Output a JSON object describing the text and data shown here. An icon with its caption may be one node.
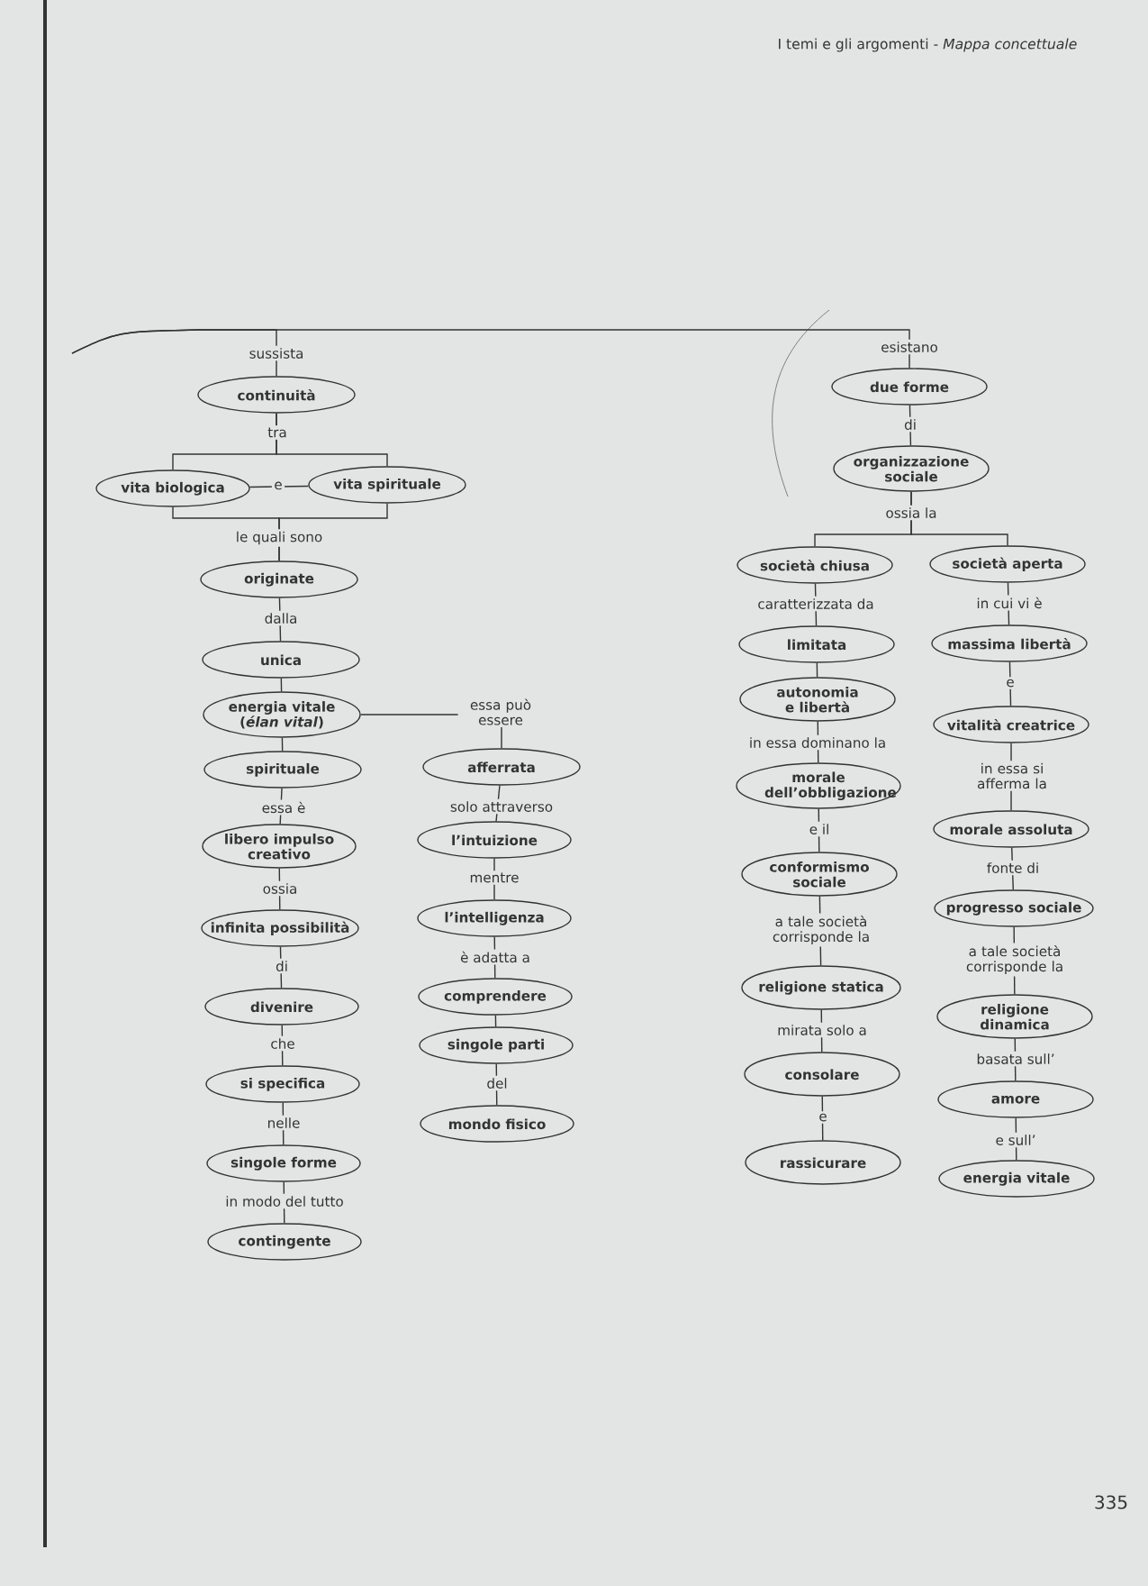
{
  "diagram": {
    "title": "I temi e gli argomenti - *Mappa concettuale*",
    "nodes": [
      {
        "text": [
          "continuità"
        ]
      },
      {
        "text": [
          "vita biologica"
        ]
      },
      {
        "text": [
          "vita spirituale"
        ]
      },
      {
        "text": [
          "originate"
        ]
      },
      {
        "text": [
          "unica"
        ]
      },
      {
        "text": [
          "energia vitale (*élan vital*)"
        ]
      },
      {
        "text": [
          "spirituale"
        ]
      },
      {
        "text": [
          "libero impulso creativo"
        ]
      },
      {
        "text": [
          "infinita possibilità"
        ]
      },
      {
        "text": [
          "divenire"
        ]
      },
      {
        "text": [
          "si specifica"
        ]
      },
      {
        "text": [
          "singole forme"
        ]
      },
      {
        "text": [
          "contingente"
        ]
      },
      {
        "text": [
          "afferrata"
        ]
      },
      {
        "text": [
          "l’intuizione"
        ]
      },
      {
        "text": [
          "l’intelligenza"
        ]
      },
      {
        "text": [
          "comprendere"
        ]
      },
      {
        "text": [
          "singole parti"
        ]
      },
      {
        "text": [
          "mondo fisico"
        ]
      },
      {
        "text": [
          "due forme"
        ]
      },
      {
        "text": [
          "organizzazione sociale"
        ]
      },
      {
        "text": [
          "società chiusa"
        ]
      },
      {
        "text": [
          "limitata"
        ]
      },
      {
        "text": [
          "autonomia e libertà"
        ]
      },
      {
        "text": [
          "morale dell’obbligazione"
        ]
      },
      {
        "text": [
          "conformismo sociale"
        ]
      },
      {
        "text": [
          "religione statica"
        ]
      },
      {
        "text": [
          "consolare"
        ]
      },
      {
        "text": [
          "rassicurare"
        ]
      },
      {
        "text": [
          "società aperta"
        ]
      },
      {
        "text": [
          "massima libertà"
        ]
      },
      {
        "text": [
          "vitalità creatrice"
        ]
      },
      {
        "text": [
          "morale assoluta"
        ]
      },
      {
        "text": [
          "progresso sociale"
        ]
      },
      {
        "text": [
          "religione dinamica"
        ]
      },
      {
        "text": [
          "amore"
        ]
      },
      {
        "text": [
          "energia vitale"
        ]
      }
    ],
    "edges": [
      {
        "from": null,
        "to": 0,
        "arrow": "none",
        "label": "sussista"
      },
      {
        "from": null,
        "to": 19,
        "arrow": "none",
        "label": "esistano"
      },
      {
        "from": 0,
        "to": 1,
        "arrow": "none",
        "label": "tra"
      },
      {
        "from": 0,
        "to": 2,
        "arrow": "none"
      },
      {
        "from": 1,
        "to": 2,
        "arrow": "none",
        "label": "e"
      },
      {
        "from": 1,
        "to": 3,
        "arrow": "none",
        "label": "le quali sono"
      },
      {
        "from": 2,
        "to": 3,
        "arrow": "none"
      },
      {
        "from": 3,
        "to": 4,
        "arrow": "none",
        "label": "dalla"
      },
      {
        "from": 4,
        "to": 5,
        "arrow": "none"
      },
      {
        "from": 5,
        "to": 6,
        "arrow": "none"
      },
      {
        "from": 5,
        "to": 13,
        "arrow": "none",
        "label": "essa può essere"
      },
      {
        "from": 6,
        "to": 7,
        "arrow": "none",
        "label": "essa è"
      },
      {
        "from": 7,
        "to": 8,
        "arrow": "none",
        "label": "ossia"
      },
      {
        "from": 8,
        "to": 9,
        "arrow": "none",
        "label": "di"
      },
      {
        "from": 9,
        "to": 10,
        "arrow": "none",
        "label": "che"
      },
      {
        "from": 10,
        "to": 11,
        "arrow": "none",
        "label": "nelle"
      },
      {
        "from": 11,
        "to": 12,
        "arrow": "none",
        "label": "in modo del tutto"
      },
      {
        "from": 13,
        "to": 14,
        "arrow": "none",
        "label": "solo attraverso"
      },
      {
        "from": 14,
        "to": 15,
        "arrow": "none",
        "label": "mentre"
      },
      {
        "from": 15,
        "to": 16,
        "arrow": "none",
        "label": "è adatta a"
      },
      {
        "from": 16,
        "to": 17,
        "arrow": "none"
      },
      {
        "from": 17,
        "to": 18,
        "arrow": "none",
        "label": "del"
      },
      {
        "from": 19,
        "to": 20,
        "arrow": "none",
        "label": "di"
      },
      {
        "from": 20,
        "to": 21,
        "arrow": "none",
        "label": "ossia la"
      },
      {
        "from": 20,
        "to": 29,
        "arrow": "none"
      },
      {
        "from": 21,
        "to": 22,
        "arrow": "none",
        "label": "caratterizzata da"
      },
      {
        "from": 22,
        "to": 23,
        "arrow": "none"
      },
      {
        "from": 23,
        "to": 24,
        "arrow": "none",
        "label": "in essa dominano la"
      },
      {
        "from": 24,
        "to": 25,
        "arrow": "none",
        "label": "e il"
      },
      {
        "from": 25,
        "to": 26,
        "arrow": "none",
        "label": "a tale società corrisponde la"
      },
      {
        "from": 26,
        "to": 27,
        "arrow": "none",
        "label": "mirata solo a"
      },
      {
        "from": 27,
        "to": 28,
        "arrow": "none",
        "label": "e"
      },
      {
        "from": 29,
        "to": 30,
        "arrow": "none",
        "label": "in cui vi è"
      },
      {
        "from": 30,
        "to": 31,
        "arrow": "none",
        "label": "e"
      },
      {
        "from": 31,
        "to": 32,
        "arrow": "none",
        "label": "in essa si afferma la"
      },
      {
        "from": 32,
        "to": 33,
        "arrow": "none",
        "label": "fonte di"
      },
      {
        "from": 33,
        "to": 34,
        "arrow": "none",
        "label": "a tale società corrisponde la"
      },
      {
        "from": 34,
        "to": 35,
        "arrow": "none",
        "label": "basata sull’"
      },
      {
        "from": 35,
        "to": 36,
        "arrow": "none",
        "label": "e sull’"
      }
    ],
    "labels": [
      "335"
    ]
  }
}
